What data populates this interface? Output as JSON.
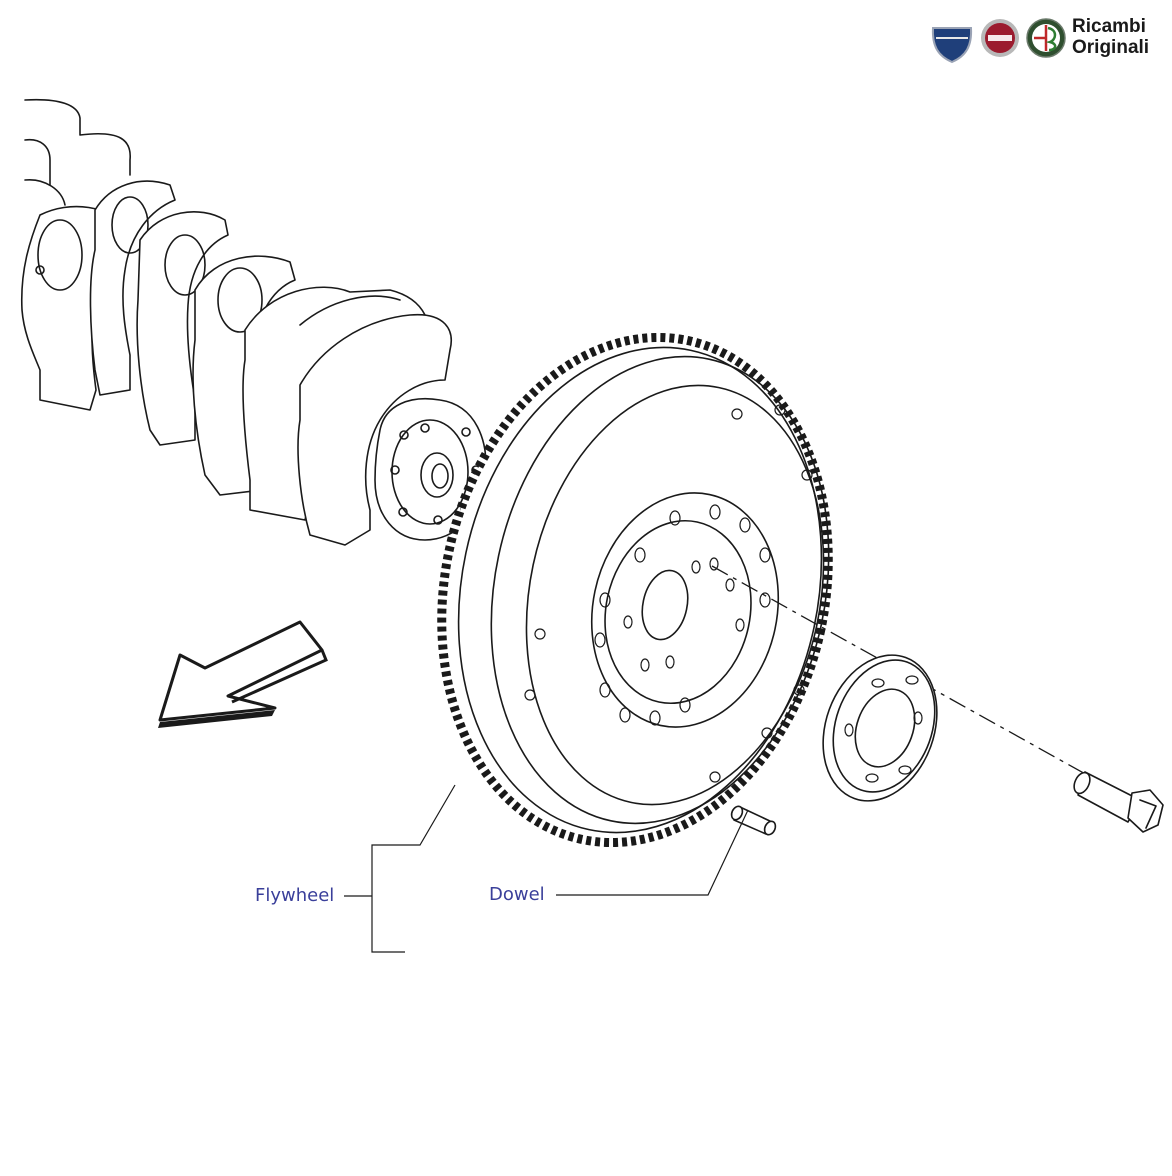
{
  "branding": {
    "logos": [
      "lancia-logo",
      "fiat-logo",
      "alfa-romeo-logo"
    ],
    "line1": "Ricambi",
    "line2": "Originali"
  },
  "callouts": {
    "flywheel": "Flywheel",
    "dowel": "Dowel"
  },
  "colors": {
    "callout_text": "#3a3f9a",
    "line_art": "#1a1a1a",
    "lancia_blue": "#1f3f7a",
    "fiat_red": "#9b1b2e"
  },
  "direction_arrow": "arrow-lower-left-icon"
}
